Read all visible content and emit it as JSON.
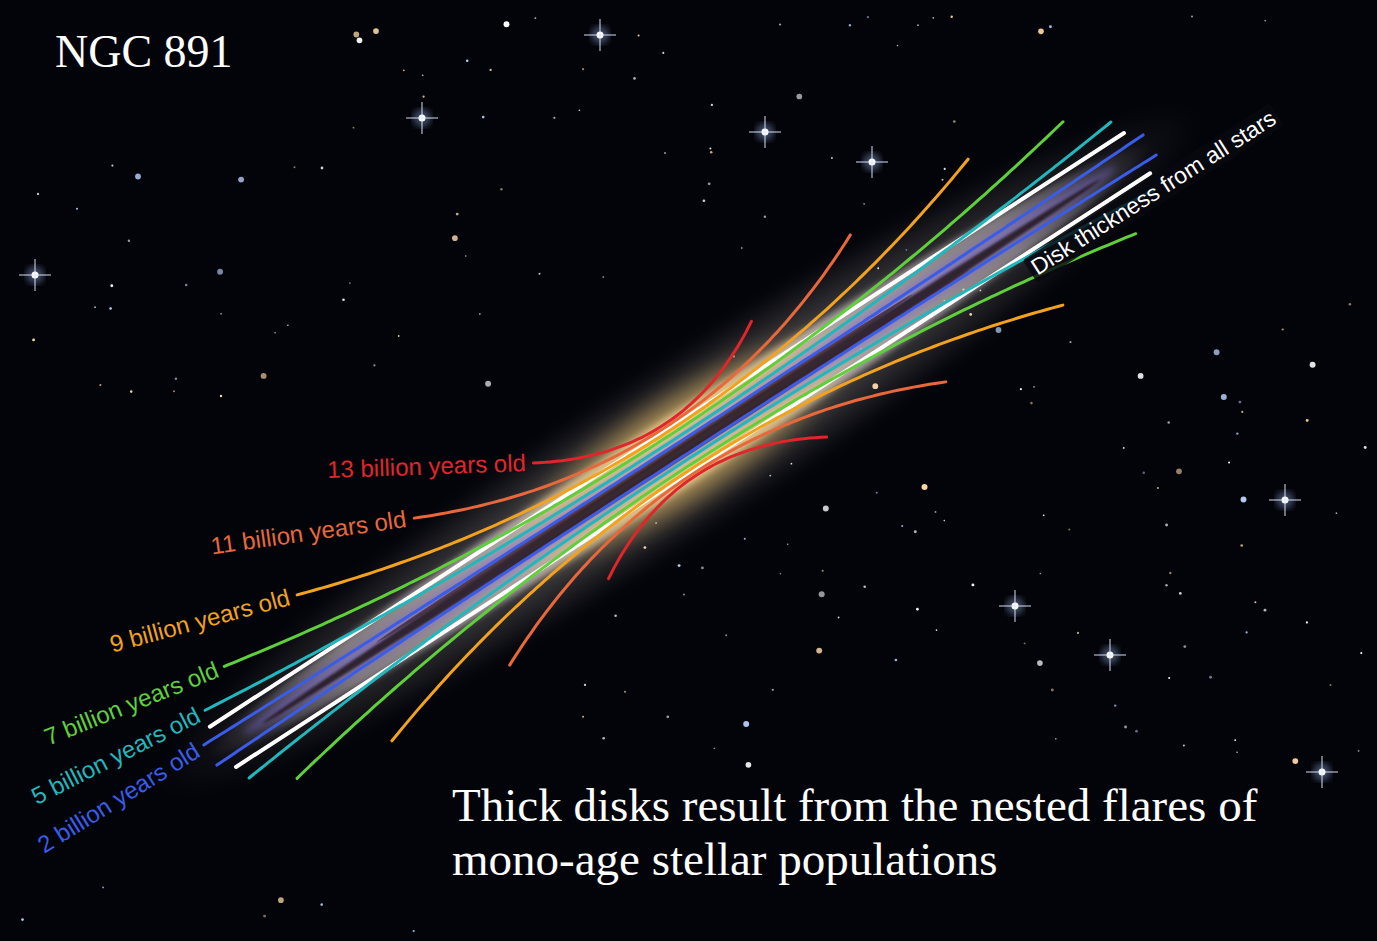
{
  "diagram": {
    "title": "NGC 891",
    "caption": "Thick disks result from the nested flares of mono-age stellar populations",
    "labels": [
      "13 billion years old",
      "11 billion years old",
      "9 billion years old",
      "7 billion years old",
      "5 billion years old",
      "2 billion years old",
      "Disk thickness from all stars"
    ]
  }
}
